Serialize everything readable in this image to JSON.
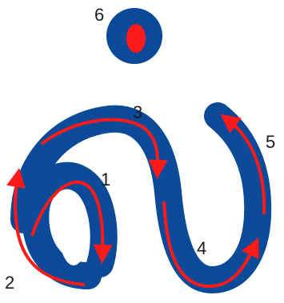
{
  "colors": {
    "glyph": "#0a4a99",
    "arrow": "#ff1a1a",
    "dot_inner": "#ff1a1a",
    "label": "#1a1a1a"
  },
  "labels": {
    "n1": "1",
    "n2": "2",
    "n3": "3",
    "n4": "4",
    "n5": "5",
    "n6": "6"
  }
}
